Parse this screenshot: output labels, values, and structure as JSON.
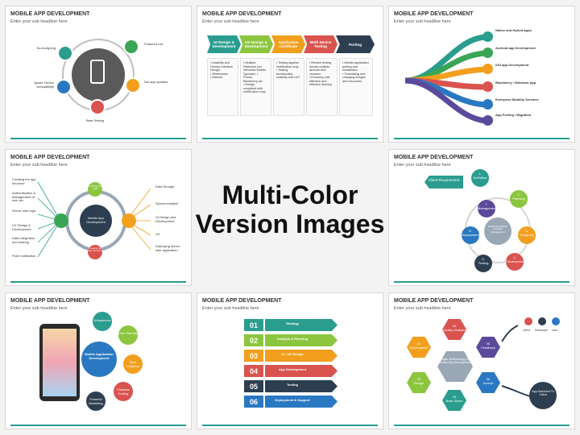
{
  "slides": [
    {
      "title": "MOBILE APP DEVELOPMENT",
      "sub": "Enter your sub headline here",
      "labels": [
        "No Analyzing",
        "Featured List",
        "Ignore Device compatibility",
        "Not app updates",
        "Beta Testing"
      ]
    },
    {
      "title": "MOBILE APP DEVELOPMENT",
      "sub": "Enter your sub headline here",
      "stages": [
        "UI Design & Development",
        "UX Design & Development",
        "Application Certificate",
        "Multi Device Testing",
        "Porting"
      ],
      "bullets": [
        [
          "• Usability and Human Interface Design",
          "• Wireframes",
          "• Artwork"
        ],
        [
          "• Multiple Platforms incl. Windows Mobile, Symbian, i-Phone, Blackberry etc",
          "• Design complaint with certification reqs"
        ],
        [
          "• Testing against certification reqs",
          "• Testing functionality, usability and UAT"
        ],
        [
          "• Review testing across multiple devices and versions",
          "• Ensuring cost effective and effective delivery"
        ],
        [
          "• Mobile application porting and localization",
          "• Translating and changing images and resources"
        ]
      ]
    },
    {
      "title": "MOBILE APP DEVELOPMENT",
      "sub": "Enter your sub headline here",
      "items": [
        "Native and Hybrid Apps",
        "Android app Development",
        "iOS app Development",
        "Blackberry / Windows App",
        "Enterprise Mobility Services",
        "App Porting / Migration"
      ]
    },
    {
      "title": "MOBILE APP DEVELOPMENT",
      "sub": "Enter your sub headline here",
      "left": [
        "Creating the app structure",
        "Authentication & Management of user a/c",
        "Server side logic",
        "UX Design & Development",
        "Data integration and sharing",
        "Push notification"
      ],
      "right": [
        "Data Storage",
        "Synchronization",
        "UI Design and Development",
        "UX",
        "Deploying server-side application"
      ],
      "center": "Mobile App Development",
      "top": "Defining the goal",
      "bottom": "Creating the app structure"
    },
    {
      "title": "MOBILE APP DEVELOPMENT",
      "sub": "Enter your sub headline here",
      "req": "Client Requirement",
      "center": "Mobile Application Lifecycle Management",
      "steps": [
        {
          "n": "1.",
          "l": "Definition"
        },
        {
          "n": "2.",
          "l": "Planning"
        },
        {
          "n": "3.",
          "l": "Designing"
        },
        {
          "n": "4.",
          "l": "Development"
        },
        {
          "n": "5.",
          "l": "Testing"
        },
        {
          "n": "6.",
          "l": "Deployment"
        },
        {
          "n": "7.",
          "l": "Management"
        }
      ]
    },
    {
      "title": "MOBILE APP DEVELOPMENT",
      "sub": "Enter your sub headline here",
      "center": "Mobile Application Development",
      "petals": [
        "Uniqueness",
        "User Friendly",
        "Rich Features",
        "Flawless Coding",
        "Powerful Marketing"
      ]
    },
    {
      "title": "MOBILE APP DEVELOPMENT",
      "sub": "Enter your sub headline here",
      "rows": [
        {
          "n": "01",
          "l": "Strategy"
        },
        {
          "n": "02",
          "l": "Analysis & Planning"
        },
        {
          "n": "03",
          "l": "UI / UX Design"
        },
        {
          "n": "04",
          "l": "App Development"
        },
        {
          "n": "05",
          "l": "Testing"
        },
        {
          "n": "06",
          "l": "Deployment & Support"
        }
      ]
    },
    {
      "title": "MOBILE APP DEVELOPMENT",
      "sub": "Enter your sub headline here",
      "center": "Agile Methodology In Mobile App Development",
      "hexes": [
        {
          "n": "01",
          "l": "Development"
        },
        {
          "n": "02",
          "l": "Design"
        },
        {
          "n": "03",
          "l": "Brain Storm"
        },
        {
          "n": "04",
          "l": "Quality Analysis"
        },
        {
          "n": "05",
          "l": "Feedback"
        },
        {
          "n": "06",
          "l": "Accept"
        }
      ],
      "people": [
        "Client",
        "Developer",
        "User"
      ],
      "delivered": "App Delivered To Client"
    }
  ],
  "center_text": {
    "line1": "Multi-Color",
    "line2": "Version Images"
  },
  "colors": {
    "teal": "#2a9d8f",
    "green": "#3aa655",
    "lime": "#8cc63f",
    "orange": "#f29f1e",
    "red": "#d9534f",
    "navy": "#2d3e50",
    "blue": "#2a78c2",
    "purple": "#5b4a9b"
  }
}
